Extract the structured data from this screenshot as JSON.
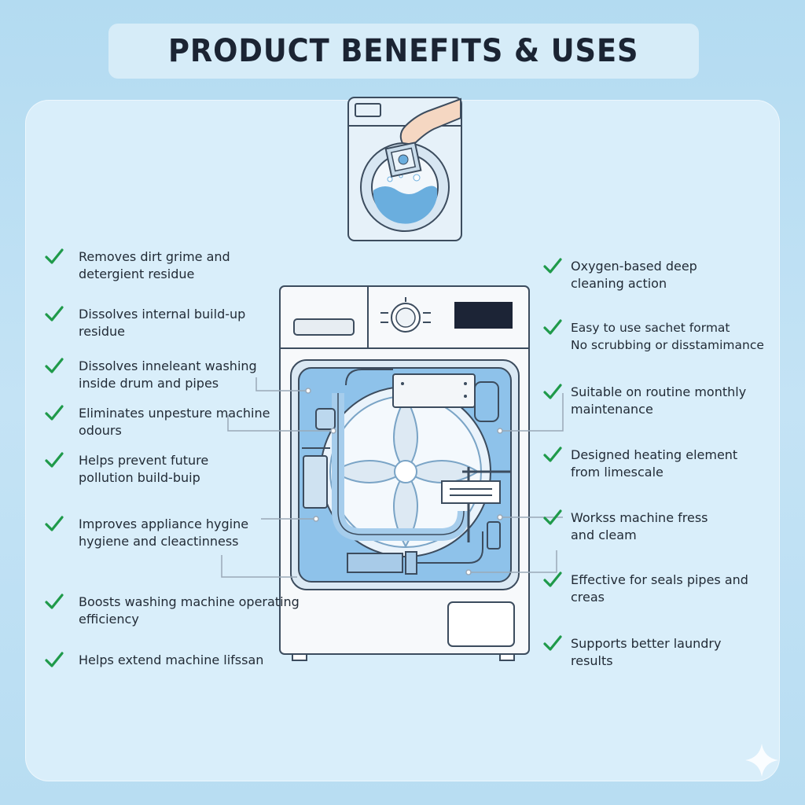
{
  "title": "PRODUCT BENEFITS & USES",
  "colors": {
    "check": "#1f9a4a",
    "water": "#6aaede",
    "inner_blue": "#8ec2ea",
    "display": "#1c2436"
  },
  "left_benefits": [
    "Removes dirt grime and\ndetergient residue",
    "Dissolves internal build-up\nresidue",
    "Dissolves inneleant washing\ninside drum and pipes",
    "Eliminates unpesture machine\nodours",
    "Helps prevent future\npollution build-buip",
    "Improves appliance hygine\nhygiene and cleactinness",
    "Boosts washing machine operating\nefficiency",
    "Helps extend machine lifssan"
  ],
  "right_benefits": [
    "Oxygen-based deep\ncleaning action",
    "Easy to use sachet format\nNo scrubbing or disstamimance",
    "Suitable on routine monthly\nmaintenance",
    "Designed  heating element\nfrom limescale",
    "Workss machine fress\nand cleam",
    "Effective for seals pipes and\ncreas",
    "Supports better laundry\nresults"
  ]
}
